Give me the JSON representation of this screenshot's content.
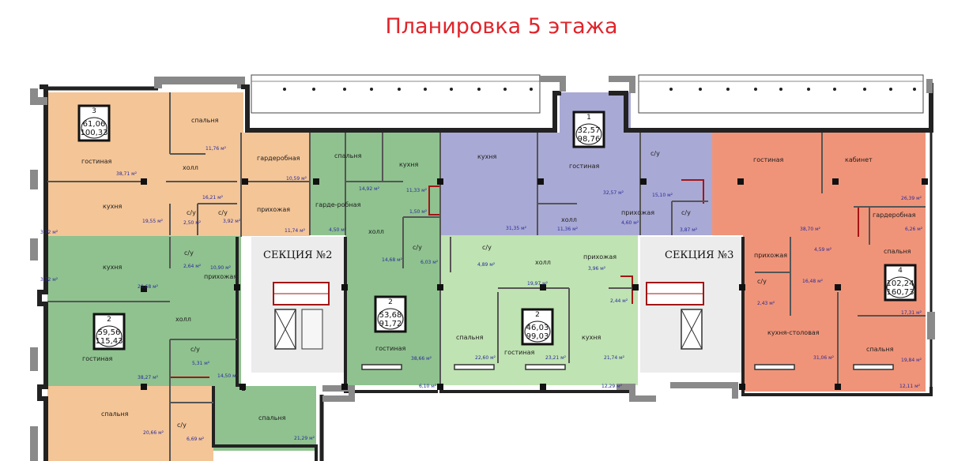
{
  "title": "Планировка 5 этажа",
  "colors": {
    "apt1": "#a9a9d5",
    "apt2": "#bfe3b2",
    "apt2_dark": "#8fc28f",
    "apt3": "#f4c597",
    "apt4": "#f09479",
    "wall": "#222222",
    "stair_red": "#a31515",
    "title_red": "#e0242b"
  },
  "sections": [
    "СЕКЦИЯ №2",
    "СЕКЦИЯ №3"
  ],
  "apartments": [
    {
      "rooms": "3",
      "area_living": "61,06",
      "area_total": "100,33"
    },
    {
      "rooms": "1",
      "area_living": "32,57",
      "area_total": "98,76"
    },
    {
      "rooms": "4",
      "area_living": "102,24",
      "area_total": "160,73"
    },
    {
      "rooms": "2",
      "area_living": "59,56",
      "area_total": "115,43"
    },
    {
      "rooms": "2",
      "area_living": "53,68",
      "area_total": "91,72"
    },
    {
      "rooms": "2",
      "area_living": "46,03",
      "area_total": "99,03"
    }
  ],
  "rooms": [
    {
      "label": "спальня",
      "area": "11,76 м²"
    },
    {
      "label": "гостиная",
      "area": "38,71 м²"
    },
    {
      "label": "холл",
      "area": "16,21 м²"
    },
    {
      "label": "гардеробная",
      "area": "10,59 м²"
    },
    {
      "label": "кухня",
      "area": "19,55 м²"
    },
    {
      "label": "с/у",
      "area": "2,50 м²"
    },
    {
      "label": "с/у",
      "area": "3,92 м²"
    },
    {
      "label": "прихожая",
      "area": "11,74 м²"
    },
    {
      "label": "спальня",
      "area": "14,92 м²"
    },
    {
      "label": "кухня",
      "area": "11,33 м²"
    },
    {
      "label": "гарде-робная",
      "area": "4,50 м²"
    },
    {
      "label": "холл",
      "area": "14,68 м²"
    },
    {
      "label": "с/у",
      "area": "6,03 м²"
    },
    {
      "label": "кухня",
      "area": "31,35 м²"
    },
    {
      "label": "гостиная",
      "area": "32,57 м²"
    },
    {
      "label": "с/у",
      "area": "15,10 м²"
    },
    {
      "label": "холл",
      "area": "11,36 м²"
    },
    {
      "label": "прихожая",
      "area": "4,60 м²"
    },
    {
      "label": "с/у",
      "area": "3,87 м²"
    },
    {
      "label": "гостиная",
      "area": ""
    },
    {
      "label": "кабинет",
      "area": "26,39 м²"
    },
    {
      "label": "гардеробная",
      "area": "6,26 м²"
    },
    {
      "label": "спальня",
      "area": "17,31 м²"
    },
    {
      "label": "прихожая",
      "area": "38,70 м²"
    },
    {
      "label": "с/у",
      "area": "2,43 м²"
    },
    {
      "label": "кухня-столовая",
      "area": "31,06 м²"
    },
    {
      "label": "спальня",
      "area": "19,84 м²"
    },
    {
      "label": "кухня",
      "area": "20,68 м²"
    },
    {
      "label": "с/у",
      "area": "2,64 м²"
    },
    {
      "label": "прихожая",
      "area": "10,90 м²"
    },
    {
      "label": "холл",
      "area": "14,50 м²"
    },
    {
      "label": "гостиная",
      "area": "38,27 м²"
    },
    {
      "label": "с/у",
      "area": "5,31 м²"
    },
    {
      "label": "спальня",
      "area": "21,29 м²"
    },
    {
      "label": "спальня",
      "area": "20,66 м²"
    },
    {
      "label": "с/у",
      "area": "6,69 м²"
    },
    {
      "label": "гостиная",
      "area": "38,66 м²"
    },
    {
      "label": "с/у",
      "area": "4,89 м²"
    },
    {
      "label": "холл",
      "area": "19,97 м²"
    },
    {
      "label": "прихожая",
      "area": "3,96 м²"
    },
    {
      "label": "спальня",
      "area": "22,60 м²"
    },
    {
      "label": "гостиная",
      "area": "23,21 м²"
    },
    {
      "label": "кухня",
      "area": "21,74 м²"
    },
    {
      "label": "",
      "area": "2,44 м²"
    },
    {
      "label": "",
      "area": "1,50 м²"
    },
    {
      "label": "",
      "area": "16,48 м²"
    },
    {
      "label": "",
      "area": "4,59 м²"
    },
    {
      "label": "",
      "area": "6,10 м²"
    },
    {
      "label": "",
      "area": "12,29 м²"
    },
    {
      "label": "",
      "area": "12,11 м²"
    },
    {
      "label": "",
      "area": "3,72 м²"
    },
    {
      "label": "",
      "area": "3,72 м²"
    }
  ]
}
